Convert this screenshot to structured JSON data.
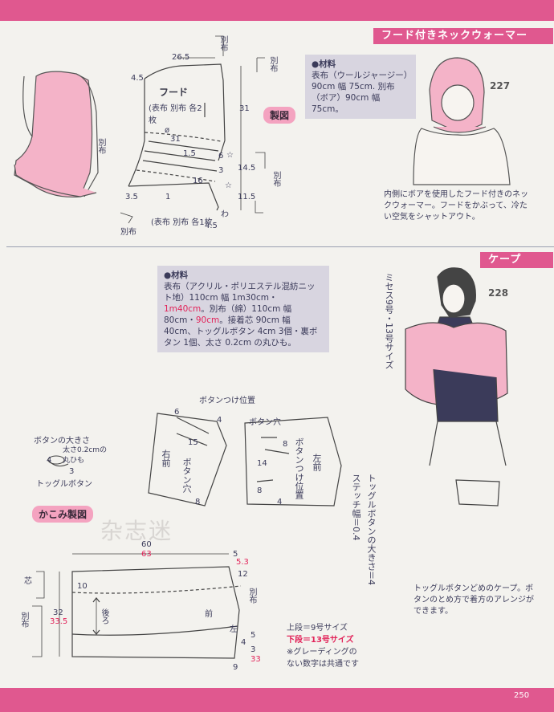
{
  "hood": {
    "tag": "フード付きネックウォーマー",
    "number": "227",
    "materials": {
      "title": "●材料",
      "text": "表布（ウールジャージー）90cm 幅 75cm. 別布（ボア）90cm 幅 75cm。"
    },
    "seizu": "製図",
    "piece_name": "フード",
    "piece_fabric": "(表布 別布 各2枚",
    "piece2": "(表布 別布 各1枚",
    "betsu_nuno": "別布",
    "wa": "わ",
    "dims": {
      "d265": "26.5",
      "d45": "4.5",
      "d31a": "31",
      "d31b": "31",
      "d15": "1.5",
      "d6": "6",
      "d3": "3",
      "d16": "16",
      "d145": "14.5",
      "d115": "11.5",
      "d35": "3.5",
      "d1": "1",
      "d45b": "4.5",
      "phi": "ø",
      "star": "☆"
    },
    "description": "内側にボアを使用したフード付きのネックウォーマー。フードをかぶって、冷たい空気をシャットアウト。"
  },
  "cape": {
    "tag": "ケープ",
    "number": "228",
    "size_vertical": "ミセス9号・13号サイズ",
    "materials": {
      "title": "●材料",
      "line1": "表布（アクリル・ポリエステル混紡ニット地）110cm 幅 1m30cm・",
      "red1": "1m40cm",
      "line2": "。別布（綿）110cm 幅 80cm・",
      "red2": "90cm",
      "line3": "。接着芯 90cm 幅 40cm、トッグルボタン 4cm 3個・裏ボタン 1個、太さ 0.2cm の丸ひも。"
    },
    "button_pos": "ボタンつけ位置",
    "button_hole": "ボタン穴",
    "button_size": "ボタンの大きさ",
    "cord_label": "太さ0.2cmの丸ひも",
    "toggle_button": "トッグルボタン",
    "right_front": "右前",
    "left_front": "左前",
    "button_hole_v": "ボタン穴",
    "button_pos_v": "ボタンつけ位置",
    "toggle_size_v": "トッグルボタンの大きさ＝4",
    "stitch_v": "ステッチ幅＝0.4",
    "kakomi": "かこみ製図",
    "watermark": "杂志迷",
    "dims": {
      "d60": "60",
      "d63": "63",
      "d5": "5",
      "d53": "5.3",
      "d12": "12",
      "d10": "10",
      "d32": "32",
      "d335": "33.5",
      "d4": "4",
      "d3": "3",
      "d33": "33",
      "d9": "9",
      "d6": "6",
      "d15": "15",
      "d8": "8",
      "d14": "14"
    },
    "ushiro": "後ろ",
    "mae": "前",
    "hidari": "左",
    "shin": "芯",
    "betsu": "別布",
    "legend1": "上段＝9号サイズ",
    "legend2": "下段＝13号サイズ",
    "legend3": "※グレーディングの",
    "legend4": "ない数字は共通です",
    "description": "トッグルボタンどめのケープ。ボタンのとめ方で着方のアレンジができます。"
  },
  "page_number": "250",
  "colors": {
    "accent": "#e0588f",
    "pink_fill": "#f4b3c8",
    "mat_bg": "#d8d5e0",
    "red": "#e2245a"
  }
}
